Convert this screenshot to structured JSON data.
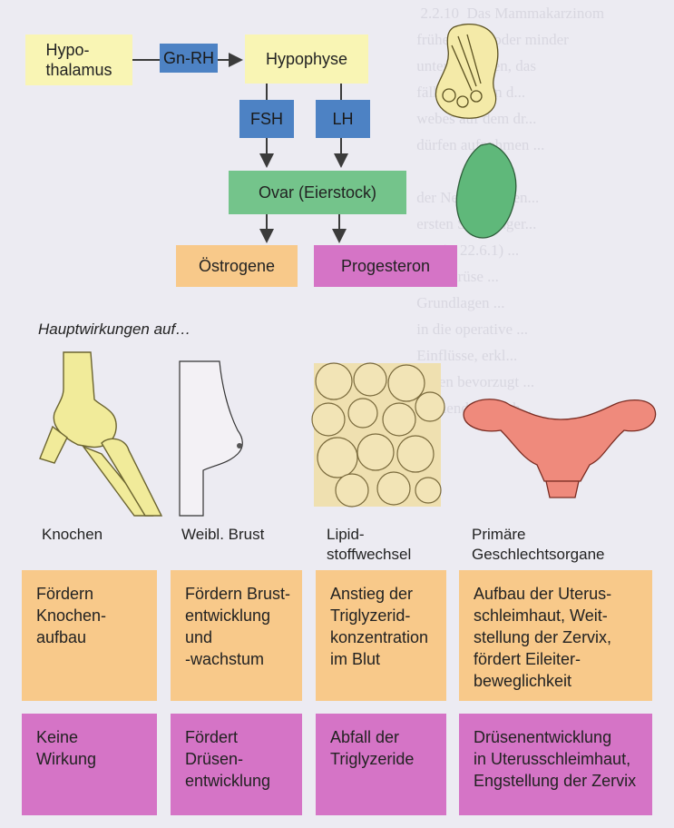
{
  "flow": {
    "hypothalamus": "Hypo-\nthalamus",
    "gnrh": "Gn-RH",
    "hypophyse": "Hypophyse",
    "fsh": "FSH",
    "lh": "LH",
    "ovar": "Ovar (Eierstock)",
    "oestrogene": "Östrogene",
    "progesteron": "Progesteron"
  },
  "heading": "Hauptwirkungen auf…",
  "captions": {
    "knochen": "Knochen",
    "brust": "Weibl. Brust",
    "lipid": "Lipid-\nstoffwechsel",
    "organe": "Primäre\nGeschlechtsorgane"
  },
  "oestrogen_effects": {
    "knochen": "Fördern\nKnochen-\naufbau",
    "brust": "Fördern Brust-\nentwicklung\nund\n-wachstum",
    "lipid": "Anstieg der\nTriglyzerid-\nkonzentration\nim Blut",
    "organe": "Aufbau der Uterus-\nschleimhaut, Weit-\nstellung der Zervix,\nfördert Eileiter-\nbeweglichkeit"
  },
  "progesteron_effects": {
    "knochen": "Keine\nWirkung",
    "brust": "Fördert\nDrüsen-\nentwicklung",
    "lipid": "Abfall der\nTriglyzeride",
    "organe": "Drüsenentwicklung\nin Uterusschleimhaut,\nEngstellung der Zervix"
  },
  "colors": {
    "yellow": "#f9f5b4",
    "blue": "#4d82c4",
    "green": "#74c48b",
    "orange": "#f8c98a",
    "magenta": "#d574c6"
  }
}
